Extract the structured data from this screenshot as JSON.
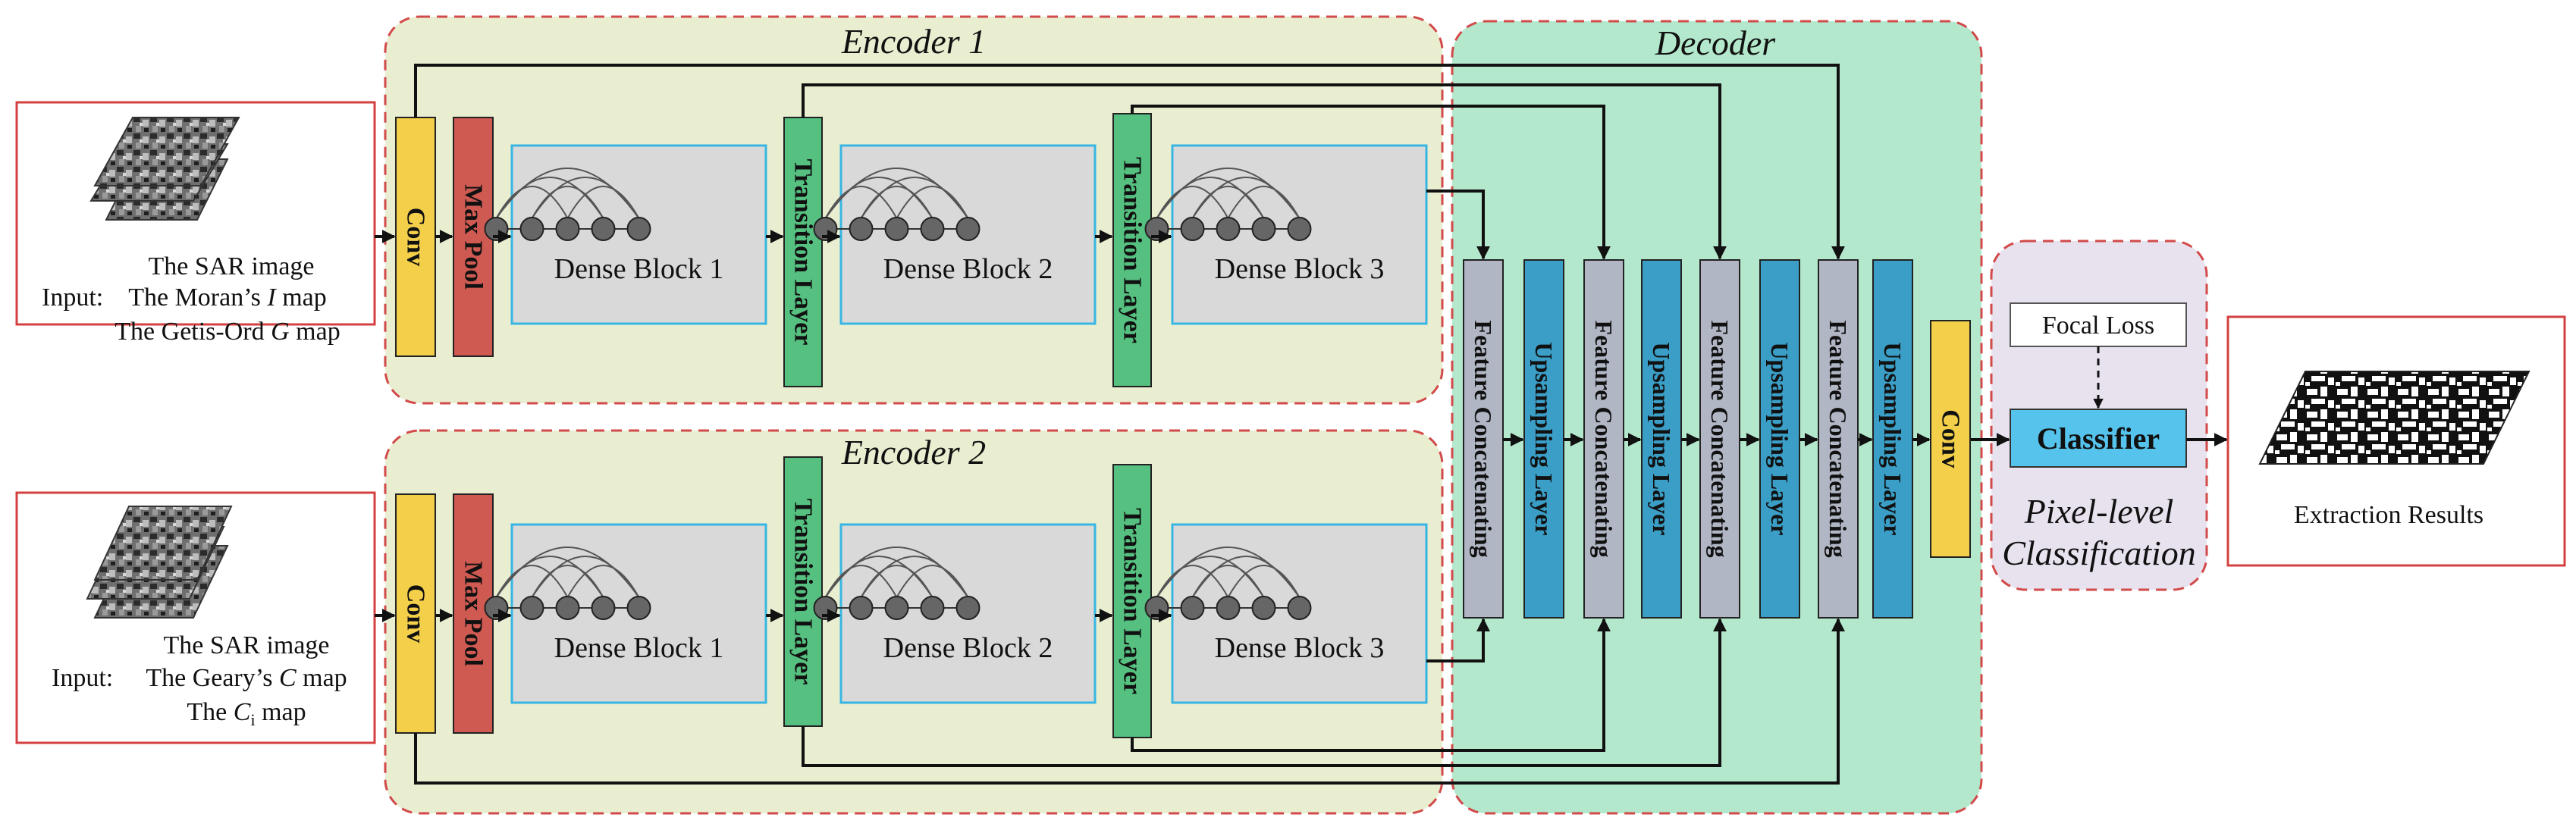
{
  "encoder1": {
    "title": "Encoder 1",
    "conv": "Conv",
    "pool": "Max Pool",
    "dense": [
      "Dense Block 1",
      "Dense Block 2",
      "Dense Block 3"
    ],
    "transition": [
      "Transition Layer",
      "Transition Layer"
    ],
    "input_prefix": "Input:",
    "inputs": [
      {
        "text": "The SAR image"
      },
      {
        "text": "The Moran’s ",
        "italic": "I",
        "suffix": " map"
      },
      {
        "text": "The Getis-Ord ",
        "italic": "G",
        "suffix": " map"
      }
    ]
  },
  "encoder2": {
    "title": "Encoder 2",
    "conv": "Conv",
    "pool": "Max Pool",
    "dense": [
      "Dense Block 1",
      "Dense Block 2",
      "Dense Block 3"
    ],
    "transition": [
      "Transition Layer",
      "Transition Layer"
    ],
    "input_prefix": "Input:",
    "inputs": [
      {
        "text": "The SAR image"
      },
      {
        "text": "The Geary’s ",
        "italic": "C",
        "suffix": " map"
      },
      {
        "text": "The ",
        "italic": "C",
        "sub": "i",
        "suffix": " map"
      }
    ]
  },
  "decoder": {
    "title": "Decoder",
    "feature": "Feature Concatenating",
    "upsample": "Upsampling Layer",
    "conv": "Conv"
  },
  "classification": {
    "title_line1": "Pixel-level",
    "title_line2": "Classification",
    "loss": "Focal Loss",
    "classifier": "Classifier"
  },
  "output": {
    "label": "Extraction Results"
  },
  "colors": {
    "encoder_bg": "#e9eed1",
    "decoder_bg": "#b3e8cc",
    "classif_bg": "#e8e2ef",
    "dash_border": "#d24a4a",
    "conv": "#f3cf4a",
    "pool": "#cf5a52",
    "transition": "#55c080",
    "dense_bg": "#d9d9d9",
    "dense_border": "#38b6e3",
    "feature": "#b0b6c4",
    "upsample": "#3a9ec6",
    "classifier": "#55c3ec",
    "frame": "#d44040"
  }
}
